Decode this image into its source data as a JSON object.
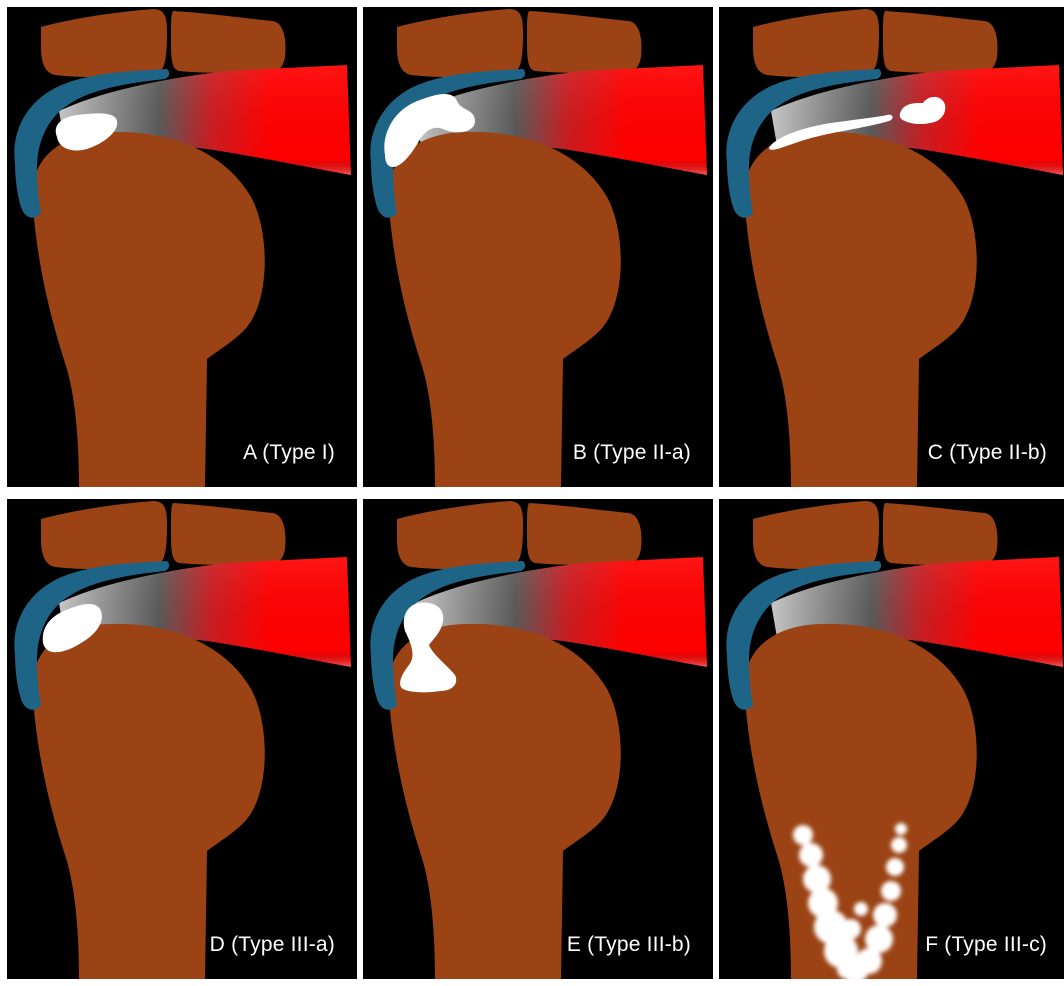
{
  "figure": {
    "colors": {
      "background": "#000000",
      "bone": "#9b4314",
      "cartilage": "#1d6487",
      "tendon_gray": "#8c8c8c",
      "muscle_red": "#ff0000",
      "calcification": "#ffffff"
    },
    "panels": [
      {
        "label": "A (Type I)",
        "variant": "type-1"
      },
      {
        "label": "B (Type II-a)",
        "variant": "type-2a"
      },
      {
        "label": "C (Type II-b)",
        "variant": "type-2b"
      },
      {
        "label": "D (Type III-a)",
        "variant": "type-3a"
      },
      {
        "label": "E (Type III-b)",
        "variant": "type-3b"
      },
      {
        "label": "F (Type III-c)",
        "variant": "type-3c"
      }
    ]
  }
}
